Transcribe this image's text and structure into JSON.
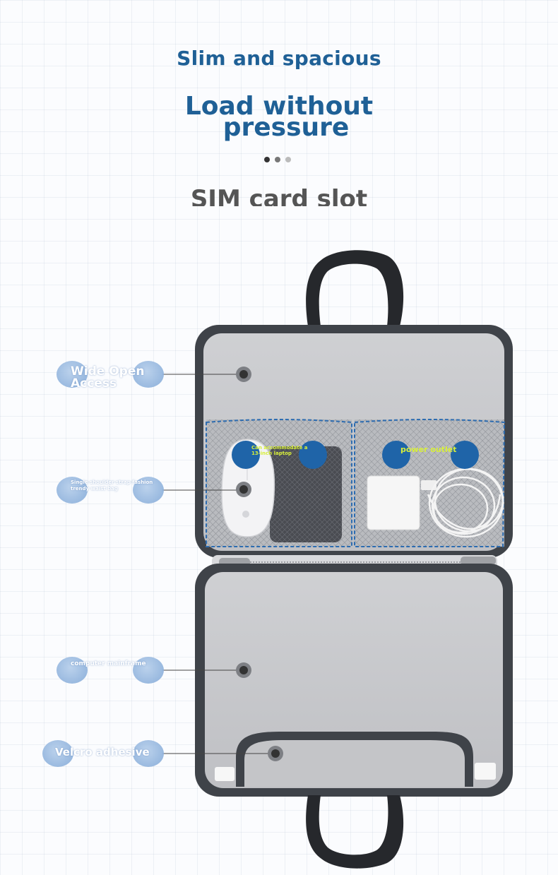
{
  "header": {
    "title": "Slim and spacious",
    "subtitle_line1": "Load without",
    "subtitle_line2": "pressure",
    "section_title": "SIM card slot"
  },
  "carousel": {
    "dots": [
      {
        "color": "#333333"
      },
      {
        "color": "#777777"
      },
      {
        "color": "#bbbbbb"
      }
    ]
  },
  "callouts": [
    {
      "label": "Wide Open Access"
    },
    {
      "label": "Single shoulder strap fashion trendy waist bag"
    },
    {
      "label": "computer mainframe"
    },
    {
      "label": "Velcro adhesive"
    }
  ],
  "pockets": [
    {
      "label": "Can accommodate a 13-inch laptop"
    },
    {
      "label": "power outlet"
    }
  ],
  "colors": {
    "headline": "#1f6096",
    "bag_shell": "#3f4349",
    "bag_lining": "#c6c7ca",
    "mesh_stitch": "#2d6cb0",
    "pocket_label": "#d8ef3a"
  }
}
